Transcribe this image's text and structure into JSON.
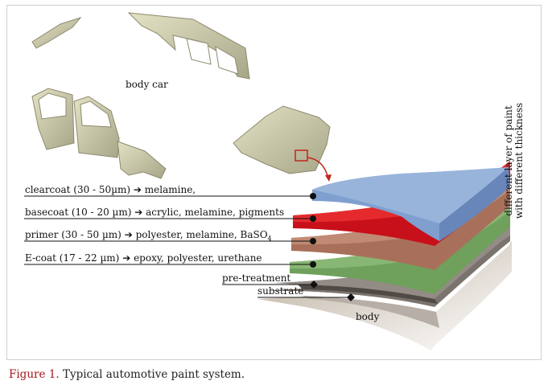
{
  "labels": {
    "body_car": "body car",
    "body": "body",
    "pre_treatment": "pre-treatment",
    "substrate": "substrate"
  },
  "layers": [
    {
      "name": "clearcoat (30 - 50µm)",
      "materials": "melamine,",
      "color": "#7f9fcf"
    },
    {
      "name": "basecoat (10 - 20 µm)",
      "materials": "acrylic, melamine, pigments",
      "color": "#d8171c"
    },
    {
      "name": "primer (30 - 50 µm)",
      "materials": "polyester, melamine, BaSO",
      "sub": "4",
      "color": "#a8705a"
    },
    {
      "name": "E-coat (17 - 22 µm)",
      "materials": "epoxy, polyester, urethane",
      "color": "#6fa05c"
    }
  ],
  "side_note": {
    "line1": "different layer of paint",
    "line2": "with different thickness"
  },
  "caption": {
    "figure": "Figure 1.",
    "text": "Typical automotive paint system."
  },
  "icons": {
    "arrow": "right-arrow-icon",
    "callout": "zoom-callout-box"
  }
}
